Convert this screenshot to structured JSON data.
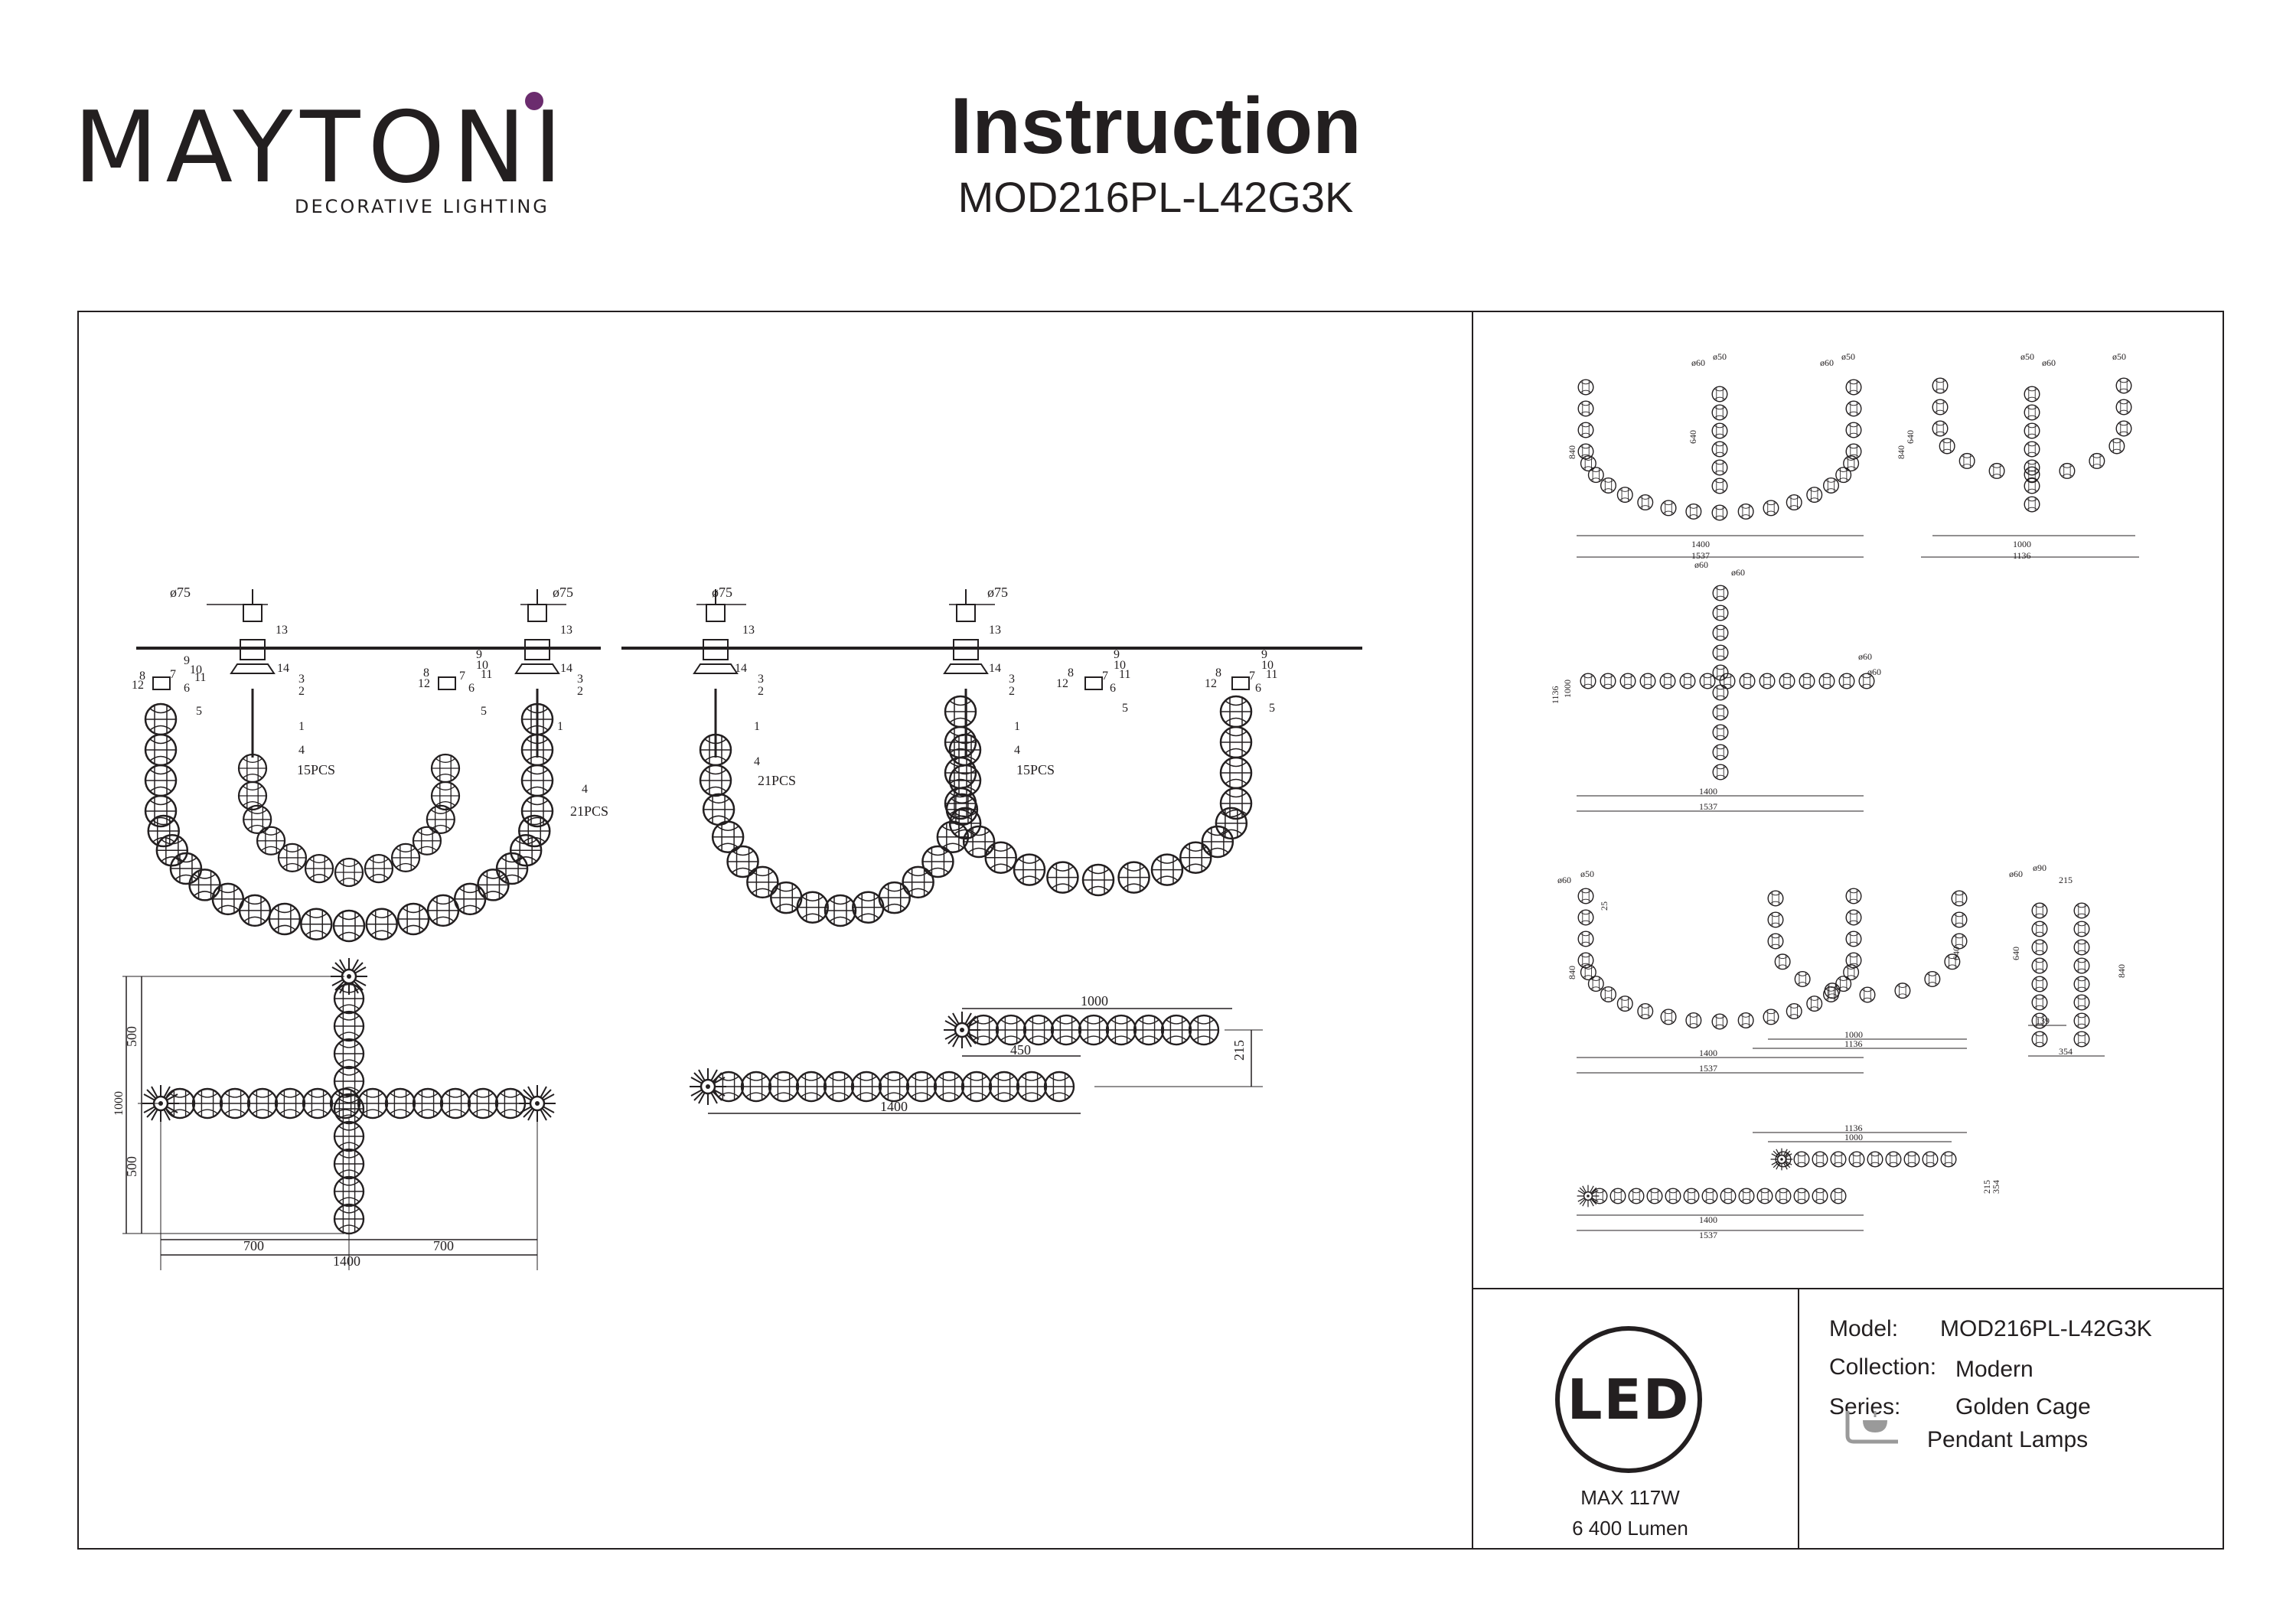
{
  "brand": {
    "name": "MAYTONI",
    "tagline": "DECORATIVE LIGHTING",
    "accent_color": "#6b2c6e"
  },
  "header": {
    "title": "Instruction",
    "model_code": "MOD216PL-L42G3K"
  },
  "drawings": {
    "install": {
      "dia_left": "ø75",
      "dia_right": "ø75",
      "callouts": [
        "13",
        "14",
        "3",
        "2",
        "9",
        "10",
        "11",
        "8",
        "7",
        "12",
        "6",
        "5",
        "1",
        "4"
      ],
      "pcs_small": "15PCS",
      "pcs_large": "21PCS"
    },
    "plan_cross": {
      "dim_top": "500",
      "dim_bottom": "500",
      "dim_total": "1000",
      "dim_left": "700",
      "dim_right": "700",
      "dim_width": "1400"
    },
    "plan_offset": {
      "dim_upper": "1000",
      "dim_offset": "450",
      "dim_depth": "215",
      "dim_lower": "1400"
    },
    "side_views": {
      "d60": "ø60",
      "d50": "ø50",
      "d90": "ø90",
      "h840": "840",
      "h640": "640",
      "h25": "25",
      "w1400": "1400",
      "w1537": "1537",
      "w1000": "1000",
      "w1136": "1136",
      "w139": "139",
      "w354": "354",
      "d215": "215",
      "h1136": "1136",
      "h1000": "1000"
    }
  },
  "spec": {
    "icon": "led-icon",
    "led_label": "LED",
    "power": "MAX 117W",
    "lumen": "6 400 Lumen",
    "model_label": "Model:",
    "model_value": "MOD216PL-L42G3K",
    "collection_label": "Collection:",
    "collection_value": "Modern",
    "series_label": "Series:",
    "series_value": "Golden Cage",
    "type_icon": "pendant-lamp-icon",
    "type_value": "Pendant Lamps"
  }
}
